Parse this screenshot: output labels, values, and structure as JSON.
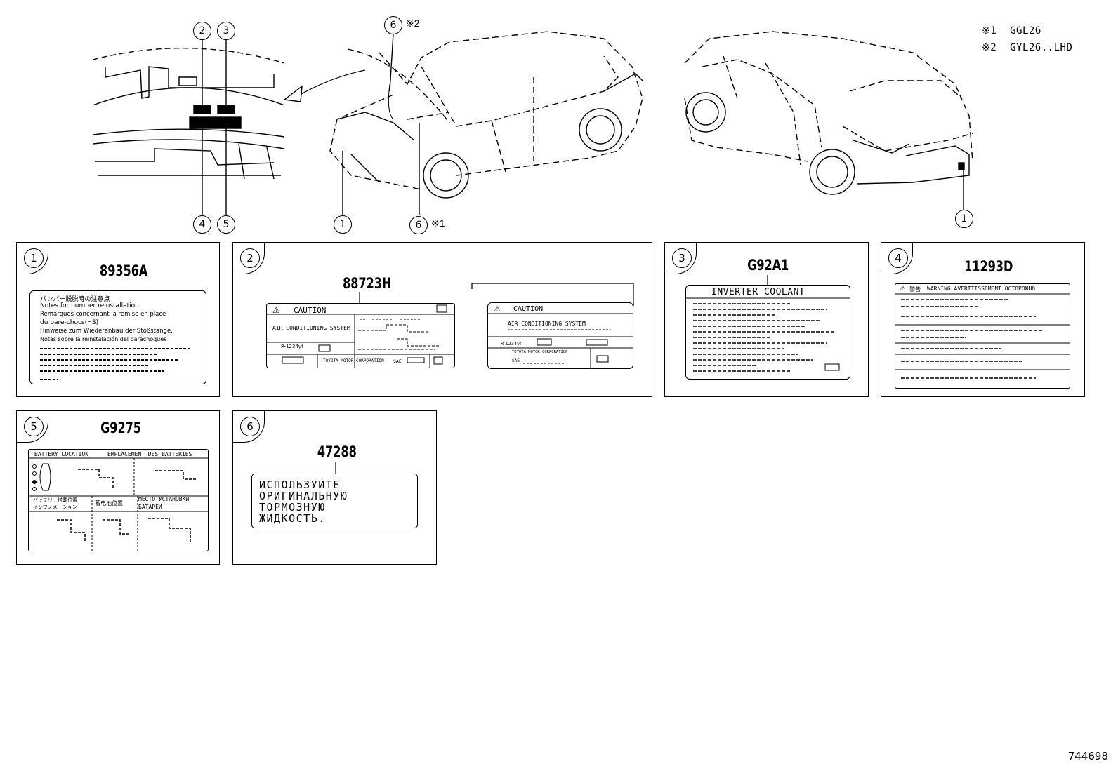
{
  "footnotes": [
    {
      "mark": "※1",
      "text": "GGL26"
    },
    {
      "mark": "※2",
      "text": "GYL26..LHD"
    }
  ],
  "callouts": {
    "c1_front": "1",
    "c1_rear": "1",
    "c2": "2",
    "c3": "3",
    "c4": "4",
    "c5": "5",
    "c6_top": "6",
    "c6_top_note": "※2",
    "c6_bottom": "6",
    "c6_bottom_note": "※1"
  },
  "panels": [
    {
      "num": "1",
      "code": "89356A",
      "lines": [
        "バンパー脱脱時の注意点",
        "Notes for bumper reinstallation.",
        "Remarques concernant la remise en place",
        "du pare-chocs(HS)",
        "Hinweise zum Wiederanbau der Stoßstange.",
        "Notas sobre la reinstalación del parachoques"
      ]
    },
    {
      "num": "2",
      "code": "88723H",
      "label_a": {
        "caution": "CAUTION",
        "system": "AIR CONDITIONING SYSTEM",
        "maker": "TOYOTA MOTOR CORPORATION",
        "sae": "SAE",
        "refrigerant": "R-1234yf"
      },
      "label_b": {
        "caution": "CAUTION",
        "system": "AIR CONDITIONING SYSTEM",
        "maker": "TOYOTA MOTOR CORPORATION",
        "sae": "SAE",
        "refrigerant": "R-1234yf"
      }
    },
    {
      "num": "3",
      "code": "G92A1",
      "title": "INVERTER COOLANT"
    },
    {
      "num": "4",
      "code": "11293D",
      "title": "WARNING AVERTTISSEMENT ОСТОРОЖНО",
      "jp": "警告"
    },
    {
      "num": "5",
      "code": "G9275",
      "row1_left": "BATTERY LOCATION",
      "row1_right": "EMPLACEMENT DES BATTERIES",
      "row2_a": "バッテリー搭載位置",
      "row2_a2": "インフォメーション",
      "row2_b": "蓄电池位置",
      "row2_c": "МЕСТО УСТАНОВКИ",
      "row2_c2": "БАТАРЕИ"
    },
    {
      "num": "6",
      "code": "47288",
      "lines": [
        "ИСПОЛЬЗУИТЕ",
        "ОРИГИНАЛЬНУЮ",
        "ТОРМОЗНУЮ",
        "ЖИДКОСТЬ."
      ]
    }
  ],
  "doc_id": "744698"
}
